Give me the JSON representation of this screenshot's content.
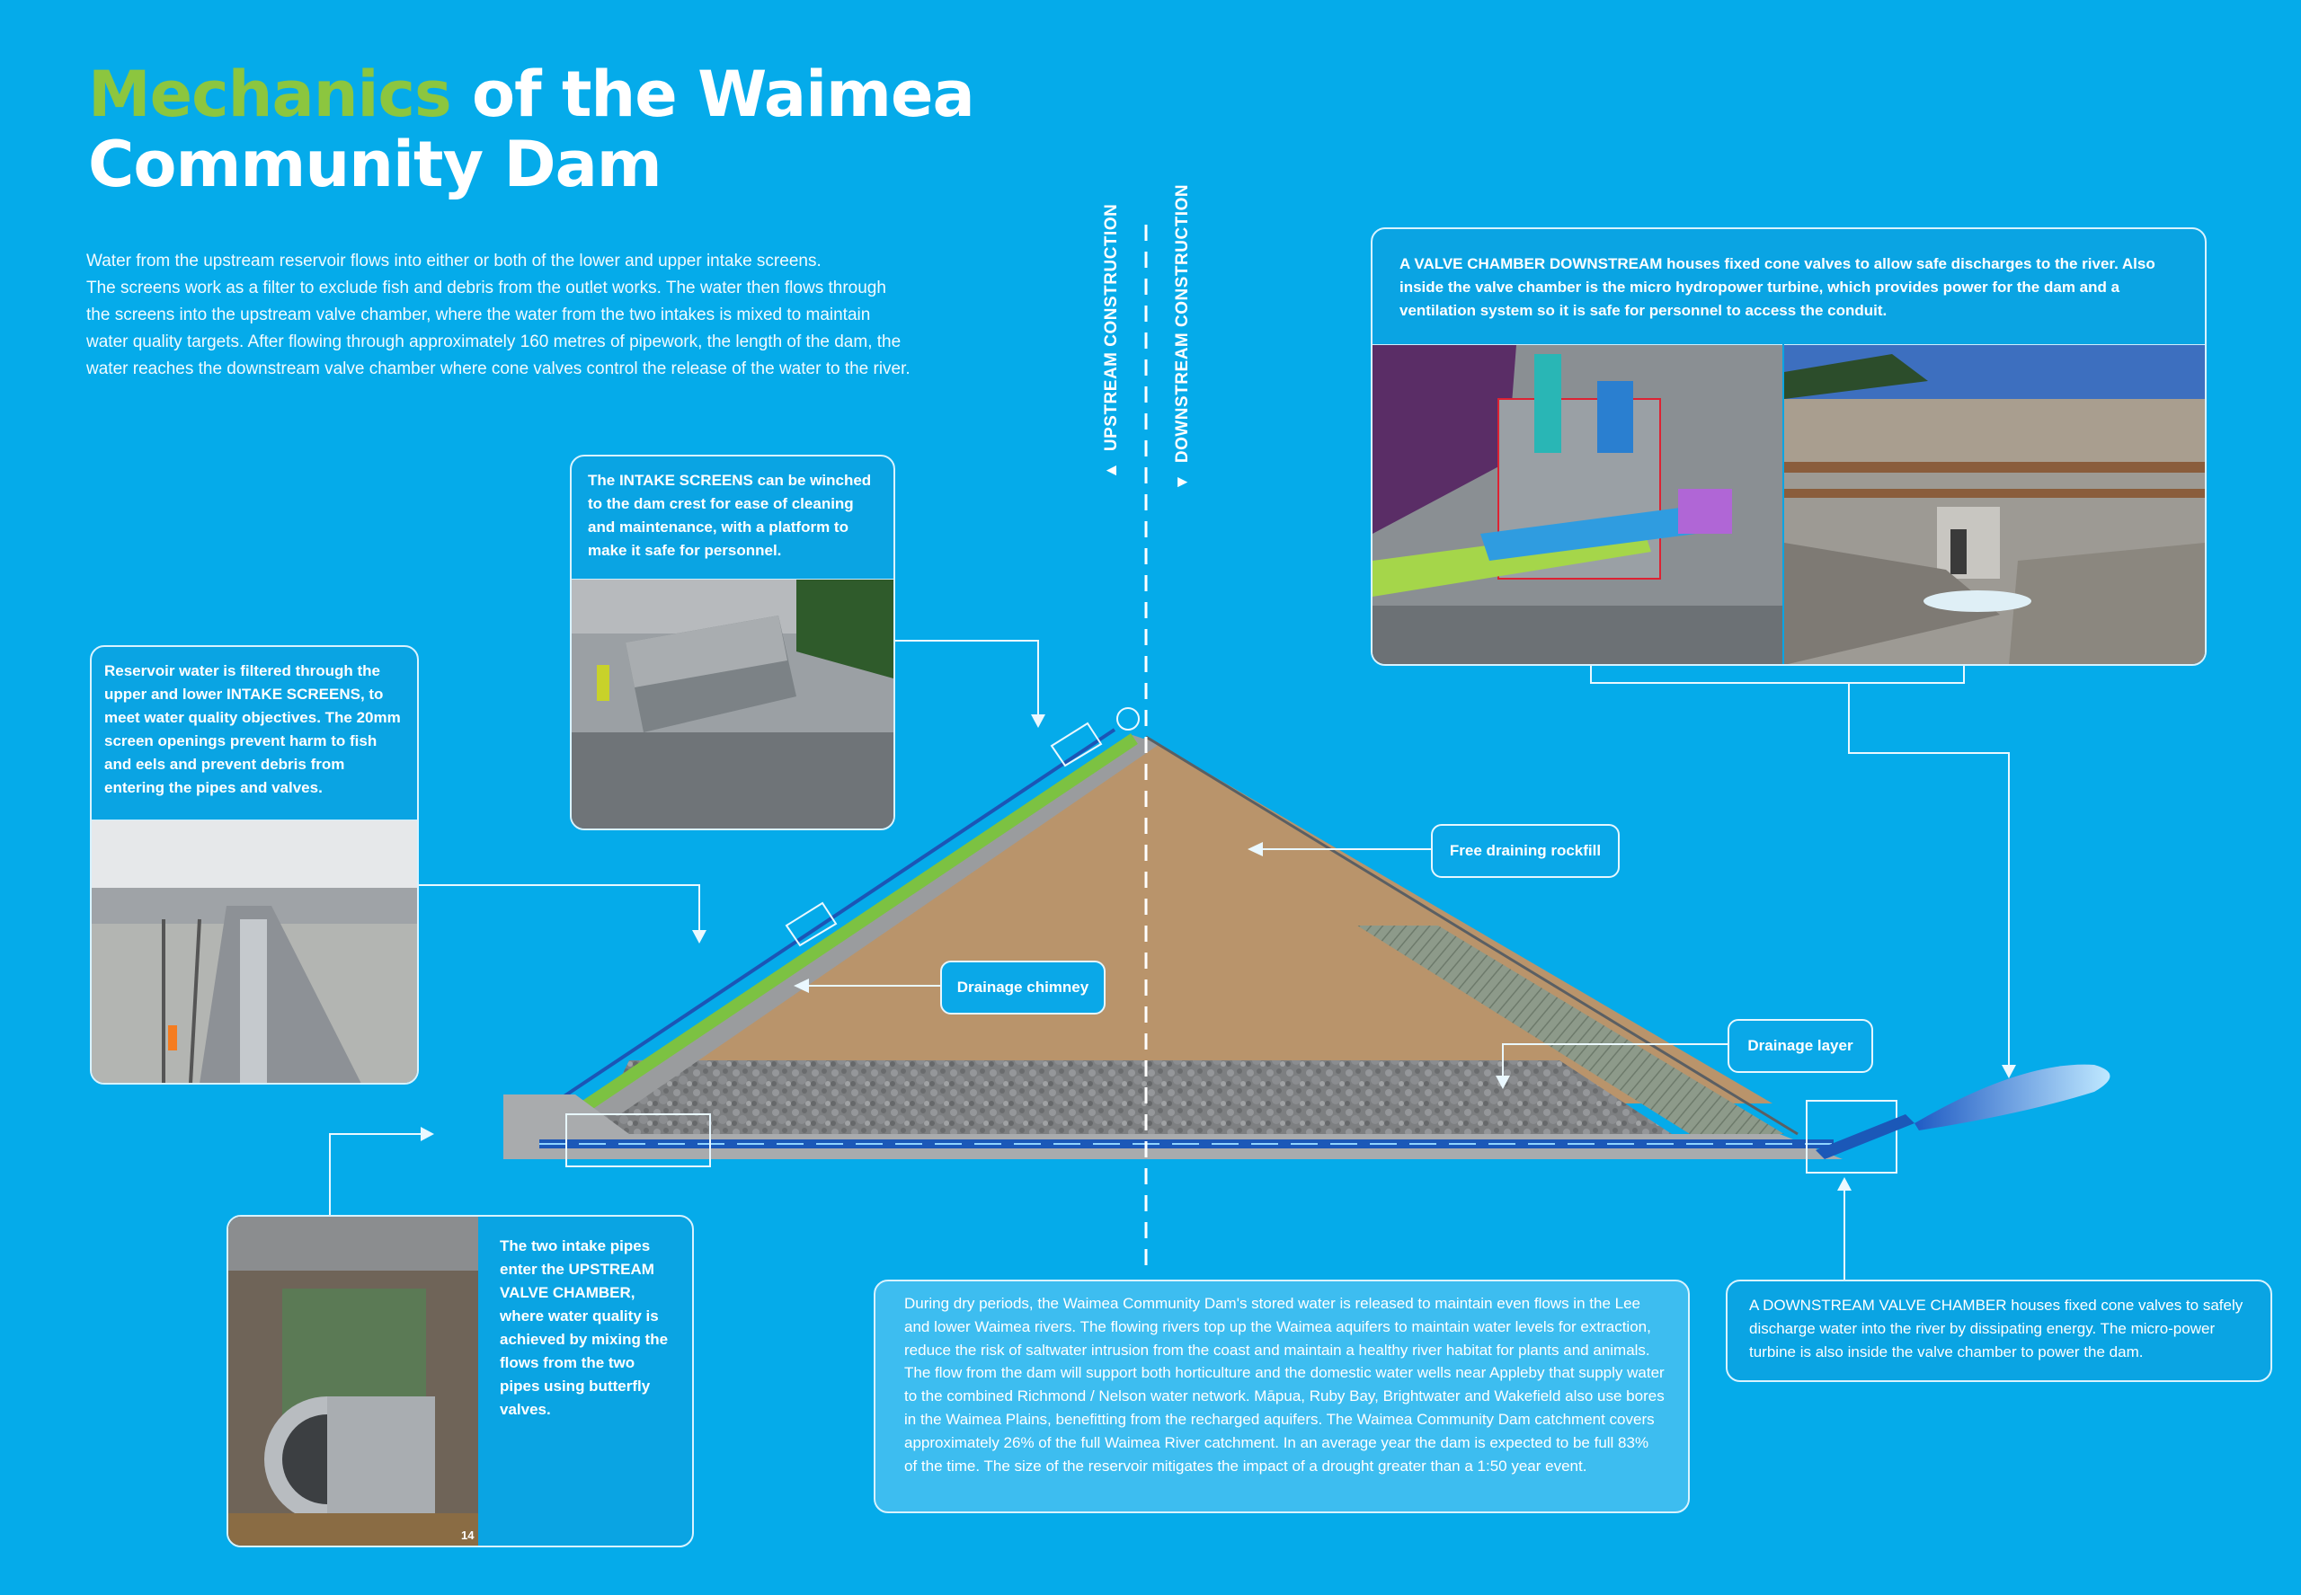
{
  "title": {
    "accent": "Mechanics",
    "rest_line1": " of the Waimea",
    "line2": "Community Dam"
  },
  "intro": {
    "lines": [
      "Water from the upstream reservoir flows into either or both of the lower and upper intake screens.",
      "The screens work as a filter to exclude fish and debris from the outlet works. The water then flows through",
      "the screens into the upstream valve chamber, where the water from the two intakes is mixed to maintain",
      "water quality targets. After flowing through approximately 160 metres of pipework, the length of the dam, the",
      "water reaches the downstream valve chamber where cone valves control the release of the water to the river."
    ]
  },
  "construction": {
    "upstream": "UPSTREAM CONSTRUCTION",
    "downstream": "DOWNSTREAM CONSTRUCTION",
    "up_arrow": "▲",
    "down_arrow": "▼"
  },
  "cards": {
    "reservoir_filter": "Reservoir water is filtered through the upper and lower INTAKE SCREENS, to meet water quality objectives. The 20mm screen openings prevent harm to fish and eels and prevent debris from entering the pipes and valves.",
    "intake_screens": "The INTAKE SCREENS can be winched to the dam crest for ease of cleaning and maintenance, with a platform to make it safe for personnel.",
    "valve_chamber_downstream": "A VALVE CHAMBER DOWNSTREAM houses fixed cone valves to allow safe discharges to the river. Also inside the valve chamber is the micro hydropower turbine, which provides power for the dam and a ventilation system so it is safe for personnel to access the conduit.",
    "upstream_valve_chamber": "The two intake pipes enter the UPSTREAM VALVE CHAMBER, where water quality is achieved by mixing the flows from the two pipes using butterfly valves.",
    "dry_periods": "During dry periods, the Waimea Community Dam's stored water is released to maintain even flows in the Lee and lower Waimea rivers. The flowing rivers top up the Waimea aquifers to maintain water levels for extraction, reduce the risk of saltwater intrusion from the coast and maintain a healthy river habitat for plants and animals. The flow from the dam will support both horticulture and the domestic water wells near Appleby that supply water to the combined Richmond / Nelson water network. Māpua, Ruby Bay, Brightwater and Wakefield also use bores in the Waimea Plains, benefitting from the recharged aquifers. The Waimea Community Dam catchment covers approximately 26% of the full Waimea River catchment. In an average year the dam is expected to be full 83% of the time. The size of the reservoir mitigates the impact of a drought greater than a 1:50 year event.",
    "downstream_valve_chamber": "A DOWNSTREAM VALVE CHAMBER houses fixed cone valves to safely discharge water into the river by dissipating energy. The micro-power turbine is also inside the valve chamber to power the dam."
  },
  "tags": {
    "rockfill": "Free draining rockfill",
    "chimney": "Drainage chimney",
    "drainage_layer": "Drainage layer"
  },
  "page_number": "14",
  "colors": {
    "background": "#05abea",
    "accent": "#8cc63f",
    "rockfill": "#b9946b",
    "drainage_gravel": "#7f8183",
    "pipe": "#1b58b8"
  }
}
